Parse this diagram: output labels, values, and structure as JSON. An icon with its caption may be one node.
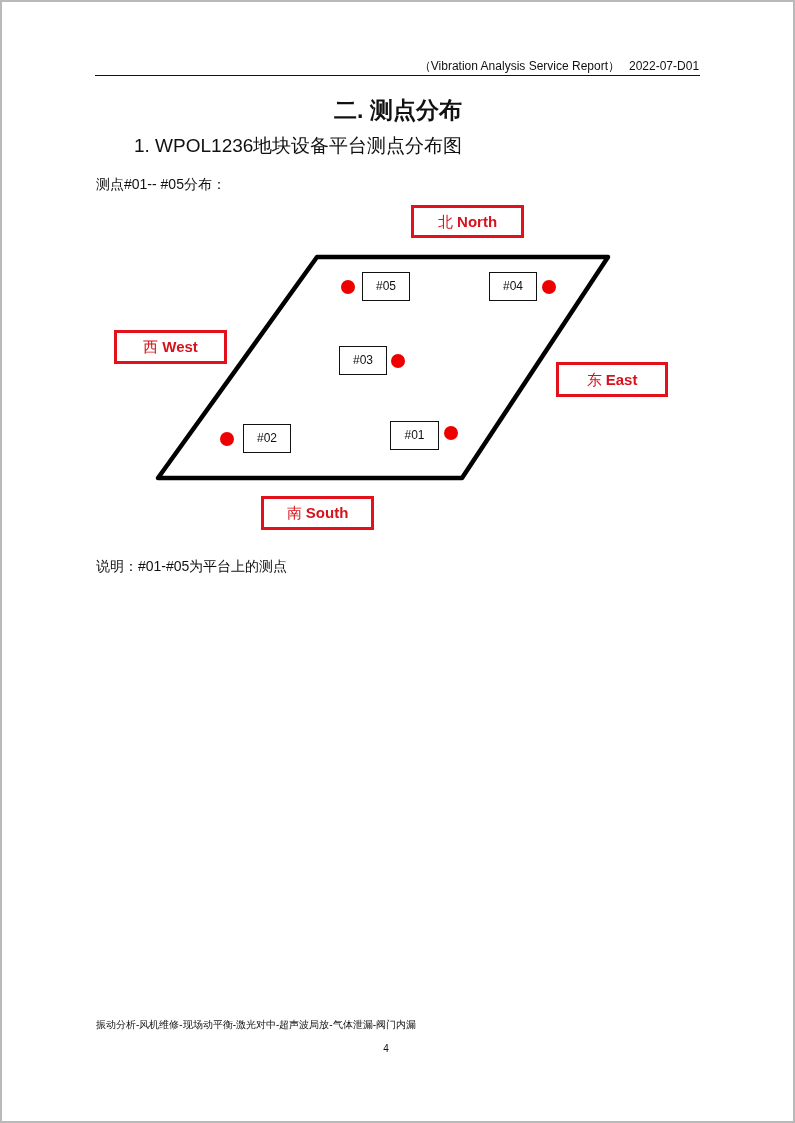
{
  "diagram": {
    "title": "1. WPOL1236地块设备平台测点分布图",
    "caption": "说明：#01-#05为平台上的测点",
    "nodes": [
      {
        "text": [
          "北 **North**"
        ]
      },
      {
        "text": [],
        "shape": "parallelogram"
      },
      {
        "text": [
          "#05"
        ],
        "in": 1
      },
      {
        "text": [
          "#04"
        ],
        "in": 1
      },
      {
        "text": [
          "西 **West**"
        ]
      },
      {
        "text": [
          "#03"
        ],
        "in": 1
      },
      {
        "text": [
          "东 **East**"
        ]
      },
      {
        "text": [
          "#02"
        ],
        "in": 1
      },
      {
        "text": [
          "#01"
        ],
        "in": 1
      },
      {
        "text": [
          "南 **South**"
        ]
      }
    ],
    "labels": [
      "（Vibration Analysis Service Report）",
      "2022-07-D01",
      "二. 测点分布",
      "测点#01-- #05分布：",
      "振动分析-风机维修-现场动平衡-激光对中-超声波局放-气体泄漏-阀门内漏",
      "4"
    ]
  }
}
